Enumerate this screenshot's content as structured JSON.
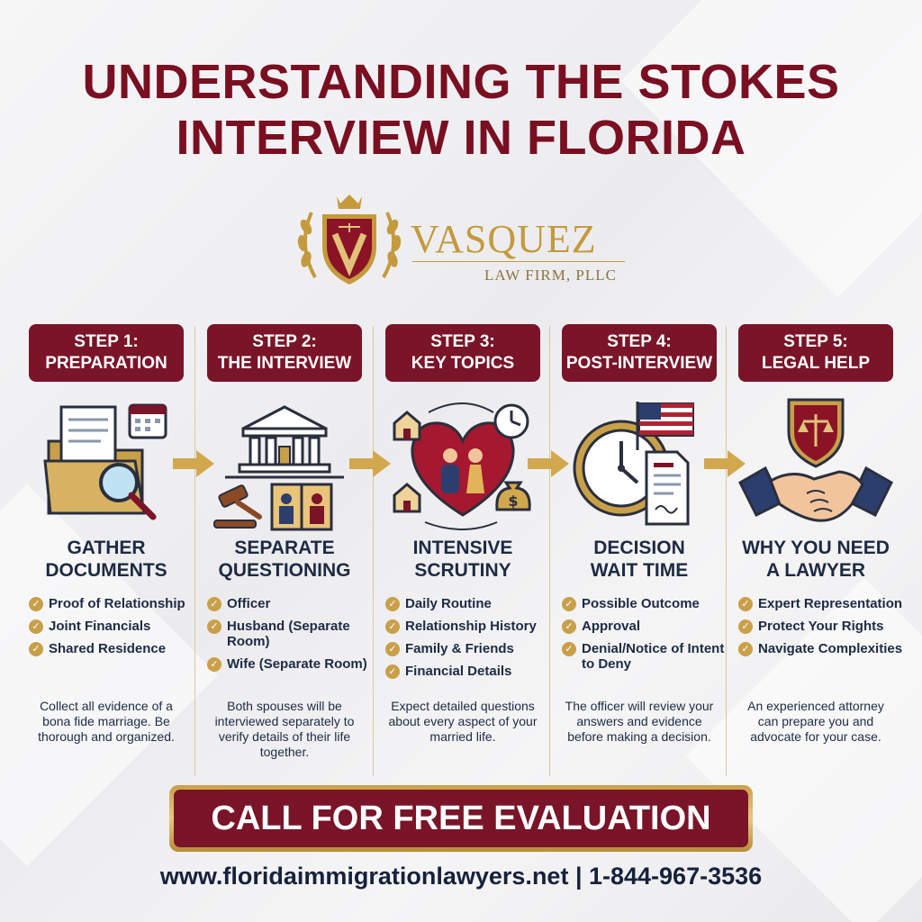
{
  "title_line1": "UNDERSTANDING THE STOKES",
  "title_line2": "INTERVIEW IN FLORIDA",
  "logo": {
    "name": "VASQUEZ",
    "sub": "LAW FIRM, PLLC"
  },
  "colors": {
    "maroon": "#7a1428",
    "gold": "#c9a04a",
    "navy": "#1d2a44"
  },
  "steps": [
    {
      "badge_line1": "STEP 1:",
      "badge_line2": "PREPARATION",
      "icon": "folder-magnifier-icon",
      "heading_line1": "GATHER",
      "heading_line2": "DOCUMENTS",
      "bullets": [
        "Proof of Relationship",
        "Joint Financials",
        "Shared Residence"
      ],
      "desc": "Collect all evidence of a bona fide marriage. Be thorough and organized."
    },
    {
      "badge_line1": "STEP 2:",
      "badge_line2": "THE INTERVIEW",
      "icon": "courthouse-gavel-icon",
      "heading_line1": "SEPARATE",
      "heading_line2": "QUESTIONING",
      "bullets": [
        "Officer",
        "Husband (Separate Room)",
        "Wife (Separate Room)"
      ],
      "desc": "Both spouses will be interviewed separately to verify details of their life together."
    },
    {
      "badge_line1": "STEP 3:",
      "badge_line2": "KEY TOPICS",
      "icon": "heart-couple-icon",
      "heading_line1": "INTENSIVE",
      "heading_line2": "SCRUTINY",
      "bullets": [
        "Daily Routine",
        "Relationship History",
        "Family & Friends",
        "Financial Details"
      ],
      "desc": "Expect detailed questions about every aspect of your married life."
    },
    {
      "badge_line1": "STEP 4:",
      "badge_line2": "POST-INTERVIEW",
      "icon": "clock-flag-document-icon",
      "heading_line1": "DECISION",
      "heading_line2": "WAIT TIME",
      "bullets": [
        "Possible Outcome",
        "Approval",
        "Denial/Notice of Intent to Deny"
      ],
      "desc": "The officer will review your answers and evidence before making a decision."
    },
    {
      "badge_line1": "STEP 5:",
      "badge_line2": "LEGAL HELP",
      "icon": "handshake-shield-icon",
      "heading_line1": "WHY YOU NEED",
      "heading_line2": "A LAWYER",
      "bullets": [
        "Expert Representation",
        "Protect Your Rights",
        "Navigate Complexities"
      ],
      "desc": "An experienced attorney can prepare you and advocate for your case."
    }
  ],
  "cta_label": "CALL FOR FREE EVALUATION",
  "contact": "www.floridaimmigrationlawyers.net | 1-844-967-3536"
}
